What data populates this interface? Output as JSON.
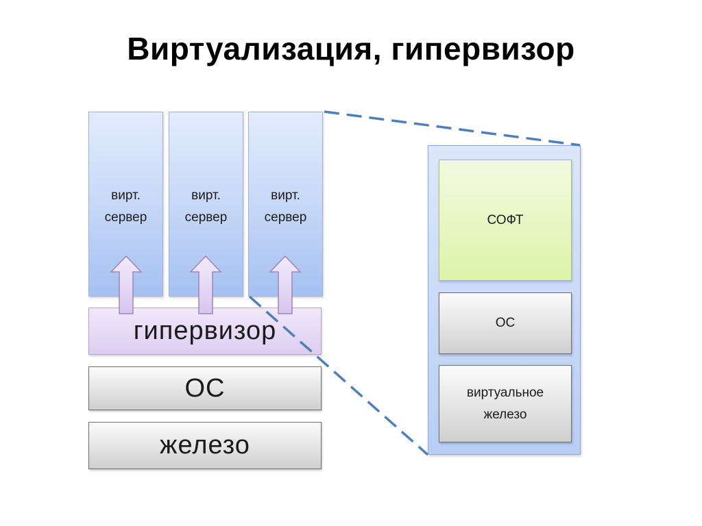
{
  "slide": {
    "title": "Виртуализация, гипервизор"
  },
  "host_stack": {
    "vms": [
      {
        "label": "вирт.\nсервер"
      },
      {
        "label": "вирт.\nсервер"
      },
      {
        "label": "вирт.\nсервер"
      }
    ],
    "hypervisor": "гипервизор",
    "os": "ОС",
    "hardware": "железо"
  },
  "vm_detail": {
    "software": "СОФТ",
    "os": "ОС",
    "virtual_hardware": "виртуальное\nжелезо"
  },
  "colors": {
    "vm_fill": "#c4d6f7",
    "hypervisor_fill": "#ddcdf1",
    "grey_fill": "#e4e4e4",
    "soft_fill": "#dcf3a9",
    "arrow_fill": "#e3d4f3",
    "arrow_stroke": "#9a86b6",
    "zoom_line": "#4f7fba"
  }
}
